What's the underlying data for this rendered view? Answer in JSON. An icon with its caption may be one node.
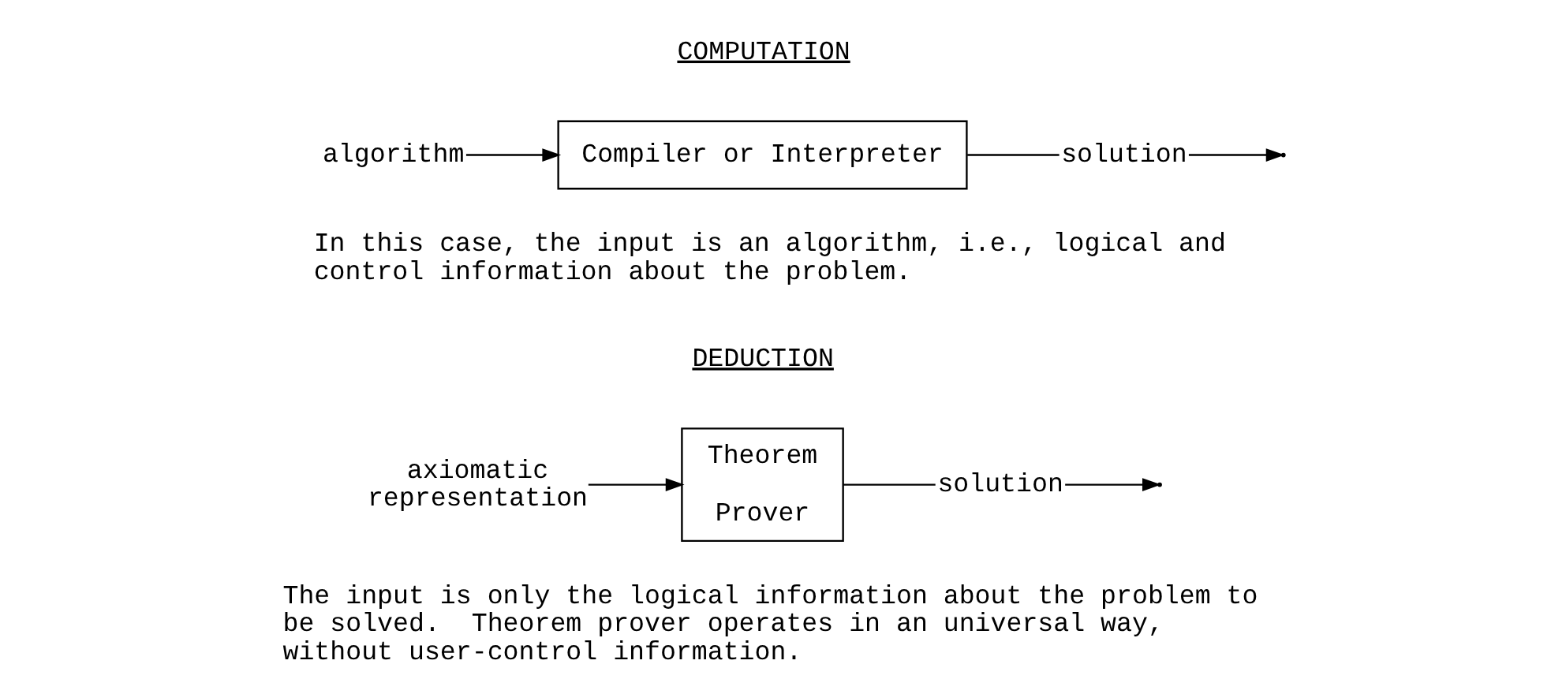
{
  "diagram": {
    "nodes": [
      {
        "text": [
          "algorithm"
        ]
      },
      {
        "text": [
          "Compiler or Interpreter"
        ]
      },
      {
        "text": [
          "solution"
        ]
      },
      {
        "text": [
          "axiomatic representation"
        ]
      },
      {
        "text": [
          "Theorem",
          "Prover"
        ]
      },
      {
        "text": [
          "solution"
        ]
      }
    ],
    "edges": [
      {
        "from": 0,
        "to": 1,
        "arrow": "to"
      },
      {
        "from": 1,
        "to": 2,
        "arrow": "none"
      },
      {
        "from": 2,
        "to": null,
        "arrow": "to"
      },
      {
        "from": 3,
        "to": 4,
        "arrow": "to"
      },
      {
        "from": 4,
        "to": 5,
        "arrow": "none"
      },
      {
        "from": 5,
        "to": null,
        "arrow": "to"
      }
    ],
    "labels": [
      "COMPUTATION",
      "In this case, the input is an algorithm, i.e., logical and control information about the problem.",
      "DEDUCTION",
      "The input is only the logical information about the problem to be solved.  Theorem prover operates in an universal way, without user-control information."
    ]
  }
}
